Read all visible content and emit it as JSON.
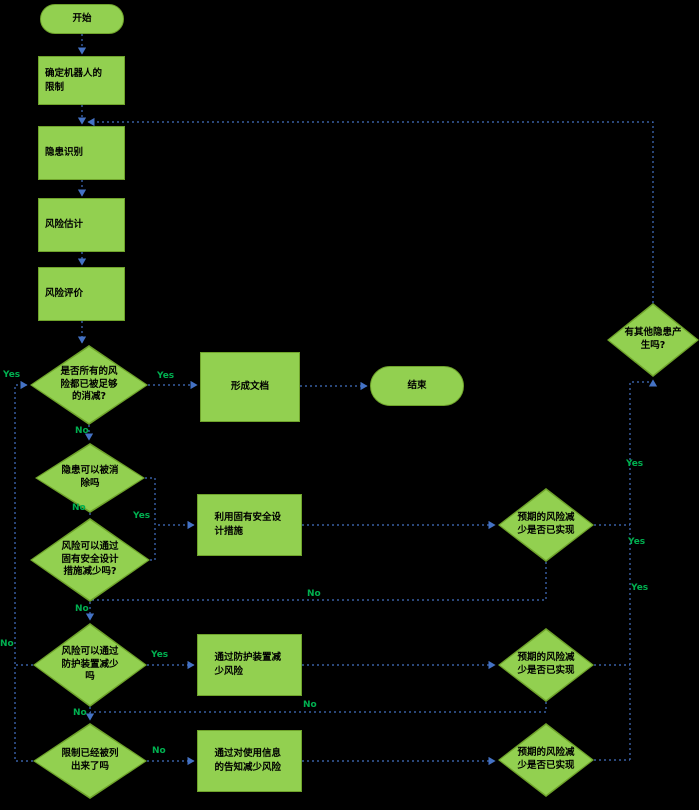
{
  "diagram": {
    "type": "flowchart",
    "nodes": {
      "start": {
        "label": "开始"
      },
      "limits": {
        "label": "确定机器人的限制"
      },
      "hazard_id": {
        "label": "隐患识别"
      },
      "risk_est": {
        "label": "风险估计"
      },
      "risk_eval": {
        "label": "风险评价"
      },
      "risk_reduced": {
        "label": "是否所有的风险都已被足够的消减?"
      },
      "document": {
        "label": "形成文档"
      },
      "end": {
        "label": "结束"
      },
      "other_hazards": {
        "label": "有其他隐患产生吗?"
      },
      "hazard_elim": {
        "label": "隐患可以被消除吗"
      },
      "inherent_q": {
        "label": "风险可以通过固有安全设计措施减少吗?"
      },
      "inherent": {
        "label": "利用固有安全设计措施"
      },
      "achieved1": {
        "label": "预期的风险减少是否已实现"
      },
      "safeguard_q": {
        "label": "风险可以通过防护装置减少吗"
      },
      "safeguard": {
        "label": "通过防护装置减少风险"
      },
      "achieved2": {
        "label": "预期的风险减少是否已实现"
      },
      "limits_q": {
        "label": "限制已经被列出来了吗"
      },
      "info_use": {
        "label": "通过对使用信息的告知减少风险"
      },
      "achieved3": {
        "label": "预期的风险减少是否已实现"
      }
    },
    "edge_labels": {
      "risk_reduced_yes": "Yes",
      "risk_reduced_no": "No",
      "loop_back_yes": "Yes",
      "hazard_elim_no": "No",
      "inherent_yes": "Yes",
      "inherent_no": "No",
      "achieved1_no": "No",
      "right_yes_1": "Yes",
      "right_yes_2": "Yes",
      "right_yes_3": "Yes",
      "safeguard_yes": "Yes",
      "safeguard_no": "No",
      "achieved2_no": "No",
      "limits_q_no": "No",
      "left_no": "No"
    },
    "colors": {
      "background": "#000000",
      "shape_fill": "#92D050",
      "shape_border": "#6FA32B",
      "shape_text": "#000000",
      "connector": "#4472C4",
      "edge_label_text": "#00B050"
    },
    "connector_style": "dotted-with-arrows"
  }
}
